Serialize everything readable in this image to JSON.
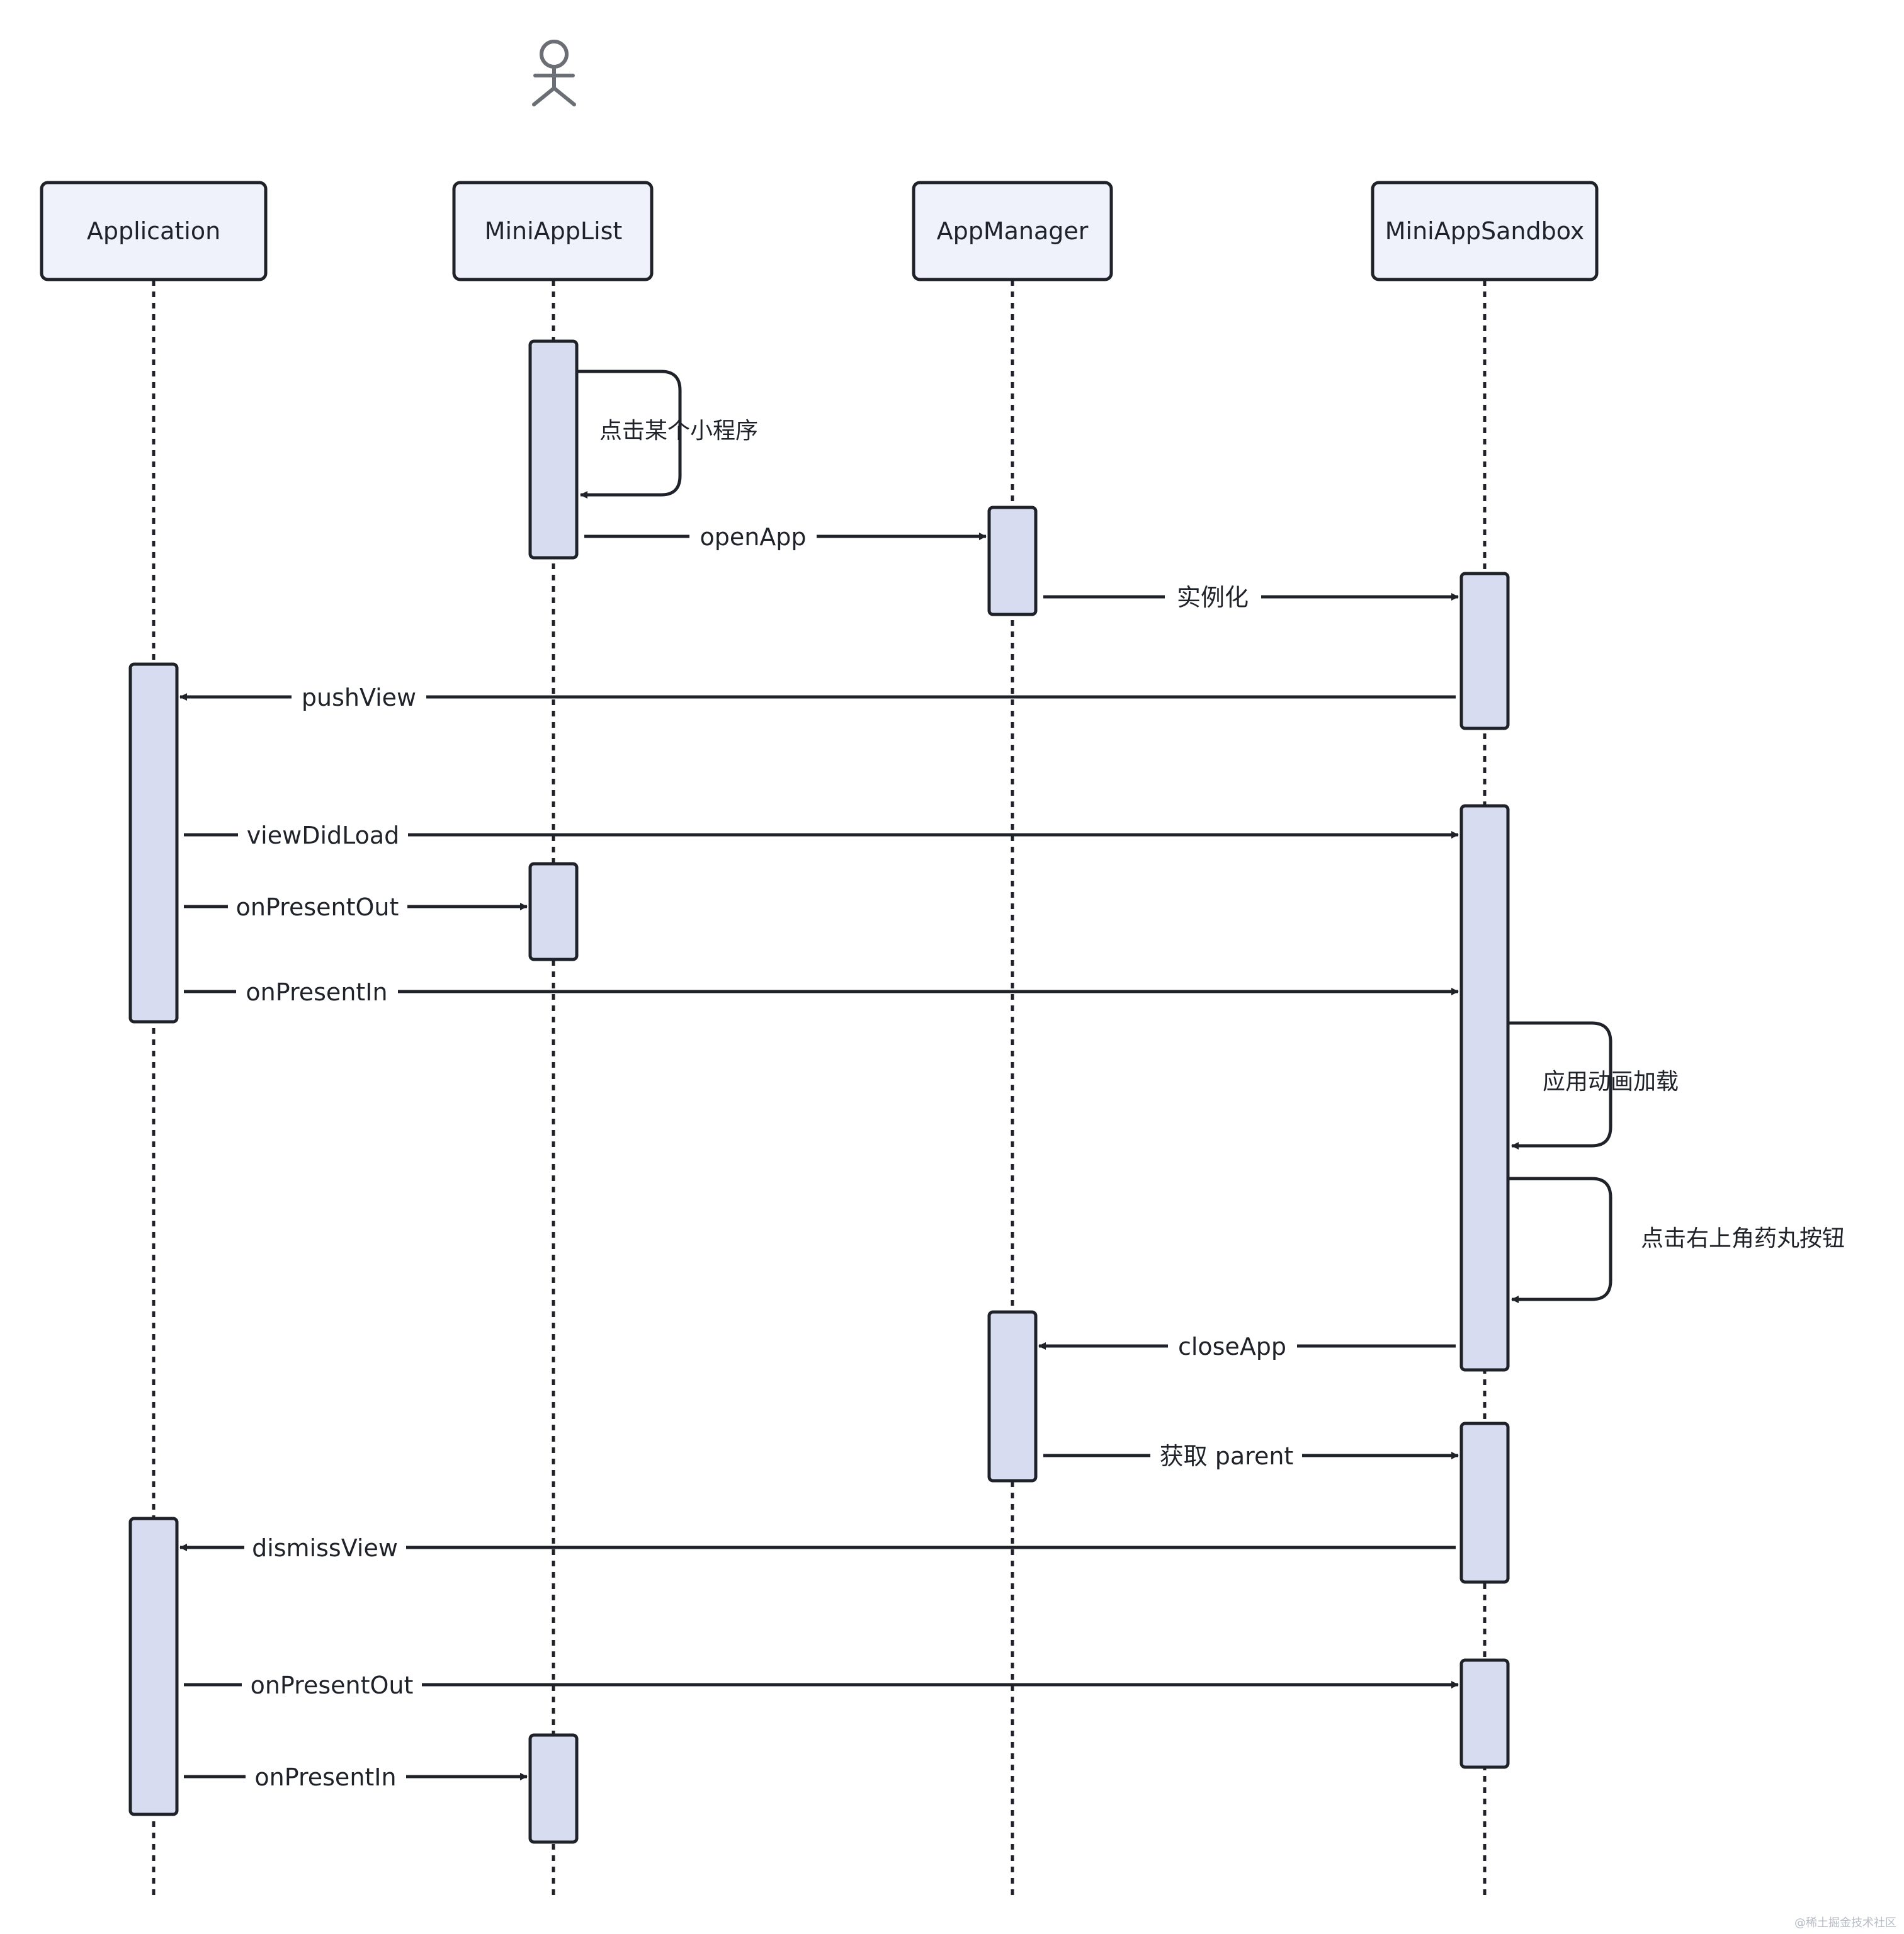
{
  "colors": {
    "box_fill": "#eff2fa",
    "activation_fill": "#d7dcf0",
    "stroke": "#1f2329",
    "actor": "#6b6e75"
  },
  "actor_icon": "stick-figure-icon",
  "participants": [
    {
      "id": "application",
      "label": "Application"
    },
    {
      "id": "miniapplist",
      "label": "MiniAppList"
    },
    {
      "id": "appmanager",
      "label": "AppManager"
    },
    {
      "id": "miniappsandbox",
      "label": "MiniAppSandbox"
    }
  ],
  "messages": [
    {
      "id": "m1",
      "from": "miniapplist",
      "to": "miniapplist",
      "label": "点击某个小程序"
    },
    {
      "id": "m2",
      "from": "miniapplist",
      "to": "appmanager",
      "label": "openApp"
    },
    {
      "id": "m3",
      "from": "appmanager",
      "to": "miniappsandbox",
      "label": "实例化"
    },
    {
      "id": "m4",
      "from": "miniappsandbox",
      "to": "application",
      "label": "pushView"
    },
    {
      "id": "m5",
      "from": "application",
      "to": "miniappsandbox",
      "label": "viewDidLoad"
    },
    {
      "id": "m6",
      "from": "application",
      "to": "miniapplist",
      "label": "onPresentOut"
    },
    {
      "id": "m7",
      "from": "application",
      "to": "miniappsandbox",
      "label": "onPresentIn"
    },
    {
      "id": "m8",
      "from": "miniappsandbox",
      "to": "miniappsandbox",
      "label": "应用动画加载"
    },
    {
      "id": "m9",
      "from": "miniappsandbox",
      "to": "miniappsandbox",
      "label": "点击右上角药丸按钮"
    },
    {
      "id": "m10",
      "from": "miniappsandbox",
      "to": "appmanager",
      "label": "closeApp"
    },
    {
      "id": "m11",
      "from": "appmanager",
      "to": "miniappsandbox",
      "label": "获取 parent"
    },
    {
      "id": "m12",
      "from": "miniappsandbox",
      "to": "application",
      "label": "dismissView"
    },
    {
      "id": "m13",
      "from": "application",
      "to": "miniappsandbox",
      "label": "onPresentOut"
    },
    {
      "id": "m14",
      "from": "application",
      "to": "miniapplist",
      "label": "onPresentIn"
    }
  ],
  "watermark": "@稀土掘金技术社区"
}
